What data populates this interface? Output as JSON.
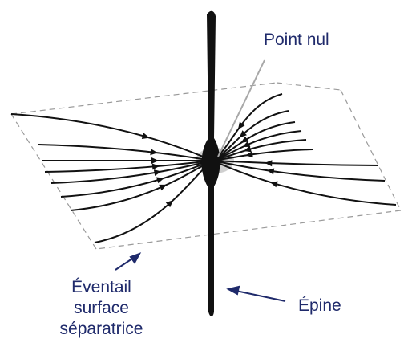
{
  "figure": {
    "labels": {
      "null_point": "Point nul",
      "spine": "Épine",
      "fan": [
        "Éventail",
        "surface",
        "séparatrice"
      ]
    },
    "colors": {
      "line": "#111111",
      "plane_edge": "#9a9a9a",
      "pointer": "#a8a8a8",
      "arrow": "#1f2a6b",
      "text": "#1f2a6b"
    }
  }
}
